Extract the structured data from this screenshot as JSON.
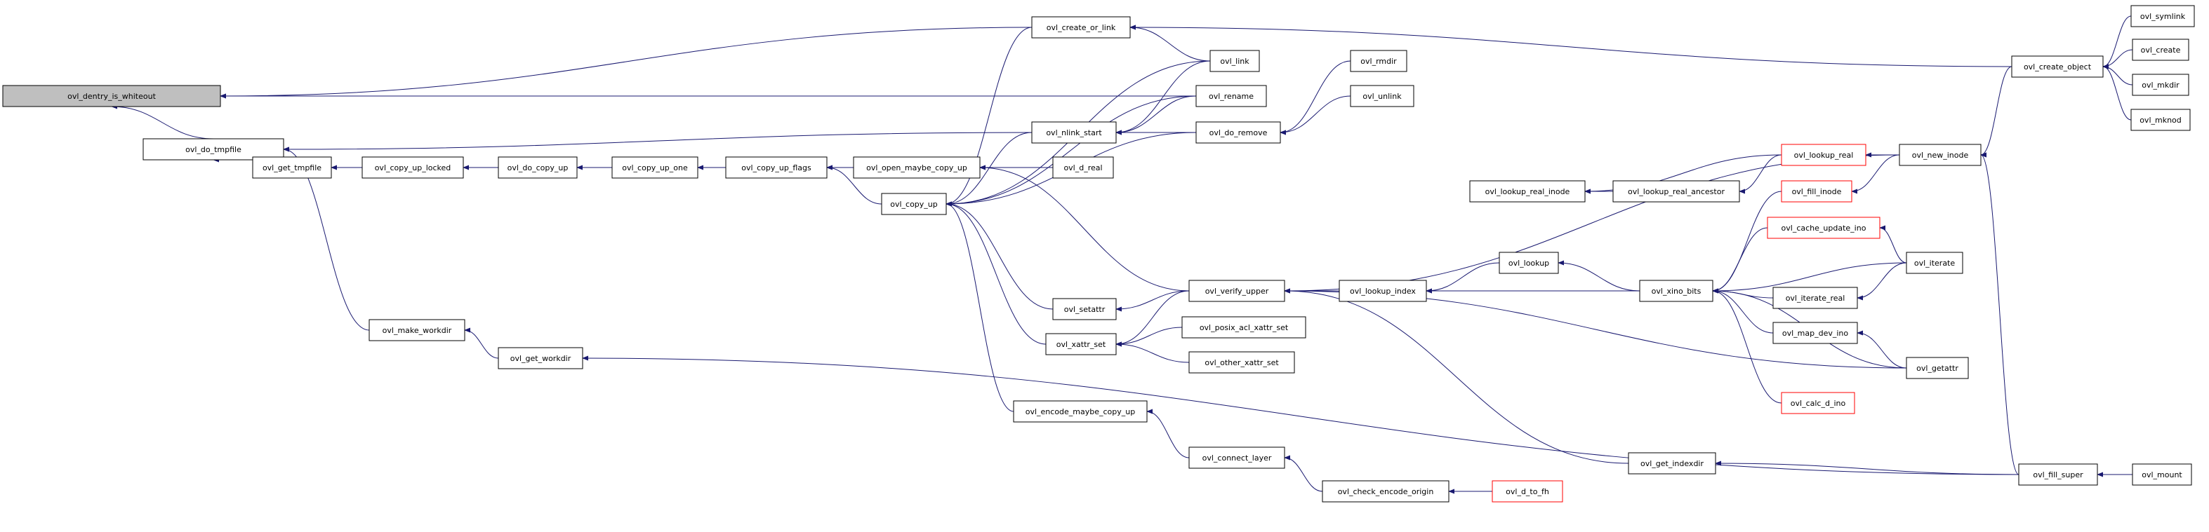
{
  "colors": {
    "edge": "#191970",
    "node_border": "#000000",
    "node_border_truncated": "#ff0000",
    "focus_fill": "#bfbfbf",
    "node_fill": "#ffffff",
    "text": "#000000"
  },
  "nodes": [
    {
      "id": "ovl_dentry_is_whiteout",
      "label": "ovl_dentry_is_whiteout",
      "focus": true
    },
    {
      "id": "ovl_do_tmpfile",
      "label": "ovl_do_tmpfile"
    },
    {
      "id": "ovl_get_tmpfile",
      "label": "ovl_get_tmpfile"
    },
    {
      "id": "ovl_copy_up_locked",
      "label": "ovl_copy_up_locked"
    },
    {
      "id": "ovl_do_copy_up",
      "label": "ovl_do_copy_up"
    },
    {
      "id": "ovl_copy_up_one",
      "label": "ovl_copy_up_one"
    },
    {
      "id": "ovl_copy_up_flags",
      "label": "ovl_copy_up_flags"
    },
    {
      "id": "ovl_open_maybe_copy_up",
      "label": "ovl_open_maybe_copy_up"
    },
    {
      "id": "ovl_copy_up",
      "label": "ovl_copy_up"
    },
    {
      "id": "ovl_create_or_link",
      "label": "ovl_create_or_link"
    },
    {
      "id": "ovl_link",
      "label": "ovl_link"
    },
    {
      "id": "ovl_rename",
      "label": "ovl_rename"
    },
    {
      "id": "ovl_nlink_start",
      "label": "ovl_nlink_start"
    },
    {
      "id": "ovl_d_real",
      "label": "ovl_d_real"
    },
    {
      "id": "ovl_do_remove",
      "label": "ovl_do_remove"
    },
    {
      "id": "ovl_rmdir",
      "label": "ovl_rmdir"
    },
    {
      "id": "ovl_unlink",
      "label": "ovl_unlink"
    },
    {
      "id": "ovl_setattr",
      "label": "ovl_setattr"
    },
    {
      "id": "ovl_xattr_set",
      "label": "ovl_xattr_set"
    },
    {
      "id": "ovl_verify_upper",
      "label": "ovl_verify_upper"
    },
    {
      "id": "ovl_posix_acl_xattr_set",
      "label": "ovl_posix_acl_xattr_set"
    },
    {
      "id": "ovl_other_xattr_set",
      "label": "ovl_other_xattr_set"
    },
    {
      "id": "ovl_encode_maybe_copy_up",
      "label": "ovl_encode_maybe_copy_up"
    },
    {
      "id": "ovl_connect_layer",
      "label": "ovl_connect_layer"
    },
    {
      "id": "ovl_check_encode_origin",
      "label": "ovl_check_encode_origin"
    },
    {
      "id": "ovl_d_to_fh",
      "label": "ovl_d_to_fh",
      "truncated": true
    },
    {
      "id": "ovl_make_workdir",
      "label": "ovl_make_workdir"
    },
    {
      "id": "ovl_get_workdir",
      "label": "ovl_get_workdir"
    },
    {
      "id": "ovl_lookup_index",
      "label": "ovl_lookup_index"
    },
    {
      "id": "ovl_lookup",
      "label": "ovl_lookup"
    },
    {
      "id": "ovl_lookup_real_inode",
      "label": "ovl_lookup_real_inode"
    },
    {
      "id": "ovl_lookup_real_ancestor",
      "label": "ovl_lookup_real_ancestor"
    },
    {
      "id": "ovl_lookup_real",
      "label": "ovl_lookup_real",
      "truncated": true
    },
    {
      "id": "ovl_get_indexdir",
      "label": "ovl_get_indexdir"
    },
    {
      "id": "ovl_xino_bits",
      "label": "ovl_xino_bits"
    },
    {
      "id": "ovl_fill_inode",
      "label": "ovl_fill_inode",
      "truncated": true
    },
    {
      "id": "ovl_cache_update_ino",
      "label": "ovl_cache_update_ino",
      "truncated": true
    },
    {
      "id": "ovl_iterate_real",
      "label": "ovl_iterate_real"
    },
    {
      "id": "ovl_map_dev_ino",
      "label": "ovl_map_dev_ino"
    },
    {
      "id": "ovl_calc_d_ino",
      "label": "ovl_calc_d_ino",
      "truncated": true
    },
    {
      "id": "ovl_new_inode",
      "label": "ovl_new_inode"
    },
    {
      "id": "ovl_create_object",
      "label": "ovl_create_object"
    },
    {
      "id": "ovl_iterate",
      "label": "ovl_iterate"
    },
    {
      "id": "ovl_getattr",
      "label": "ovl_getattr"
    },
    {
      "id": "ovl_fill_super",
      "label": "ovl_fill_super"
    },
    {
      "id": "ovl_symlink",
      "label": "ovl_symlink"
    },
    {
      "id": "ovl_create",
      "label": "ovl_create"
    },
    {
      "id": "ovl_mkdir",
      "label": "ovl_mkdir"
    },
    {
      "id": "ovl_mknod",
      "label": "ovl_mknod"
    },
    {
      "id": "ovl_mount",
      "label": "ovl_mount"
    }
  ],
  "edges": [
    {
      "from": "ovl_do_tmpfile",
      "to": "ovl_dentry_is_whiteout"
    },
    {
      "from": "ovl_create_or_link",
      "to": "ovl_dentry_is_whiteout"
    },
    {
      "from": "ovl_rename",
      "to": "ovl_dentry_is_whiteout"
    },
    {
      "from": "ovl_get_tmpfile",
      "to": "ovl_do_tmpfile"
    },
    {
      "from": "ovl_nlink_start",
      "to": "ovl_do_tmpfile"
    },
    {
      "from": "ovl_make_workdir",
      "to": "ovl_do_tmpfile"
    },
    {
      "from": "ovl_copy_up_locked",
      "to": "ovl_get_tmpfile"
    },
    {
      "from": "ovl_do_copy_up",
      "to": "ovl_copy_up_locked"
    },
    {
      "from": "ovl_copy_up_one",
      "to": "ovl_do_copy_up"
    },
    {
      "from": "ovl_copy_up_flags",
      "to": "ovl_copy_up_one"
    },
    {
      "from": "ovl_open_maybe_copy_up",
      "to": "ovl_copy_up_flags"
    },
    {
      "from": "ovl_copy_up",
      "to": "ovl_copy_up_flags"
    },
    {
      "from": "ovl_d_real",
      "to": "ovl_open_maybe_copy_up"
    },
    {
      "from": "ovl_create_or_link",
      "to": "ovl_copy_up"
    },
    {
      "from": "ovl_link",
      "to": "ovl_copy_up"
    },
    {
      "from": "ovl_rename",
      "to": "ovl_copy_up"
    },
    {
      "from": "ovl_nlink_start",
      "to": "ovl_copy_up"
    },
    {
      "from": "ovl_do_remove",
      "to": "ovl_copy_up"
    },
    {
      "from": "ovl_setattr",
      "to": "ovl_copy_up"
    },
    {
      "from": "ovl_xattr_set",
      "to": "ovl_copy_up"
    },
    {
      "from": "ovl_encode_maybe_copy_up",
      "to": "ovl_copy_up"
    },
    {
      "from": "ovl_verify_upper",
      "to": "ovl_open_maybe_copy_up"
    },
    {
      "from": "ovl_link",
      "to": "ovl_create_or_link"
    },
    {
      "from": "ovl_create_object",
      "to": "ovl_create_or_link"
    },
    {
      "from": "ovl_link",
      "to": "ovl_nlink_start"
    },
    {
      "from": "ovl_rename",
      "to": "ovl_nlink_start"
    },
    {
      "from": "ovl_do_remove",
      "to": "ovl_nlink_start"
    },
    {
      "from": "ovl_rmdir",
      "to": "ovl_do_remove"
    },
    {
      "from": "ovl_unlink",
      "to": "ovl_do_remove"
    },
    {
      "from": "ovl_verify_upper",
      "to": "ovl_setattr"
    },
    {
      "from": "ovl_verify_upper",
      "to": "ovl_xattr_set"
    },
    {
      "from": "ovl_posix_acl_xattr_set",
      "to": "ovl_xattr_set"
    },
    {
      "from": "ovl_other_xattr_set",
      "to": "ovl_xattr_set"
    },
    {
      "from": "ovl_lookup_index",
      "to": "ovl_verify_upper"
    },
    {
      "from": "ovl_connect_layer",
      "to": "ovl_encode_maybe_copy_up"
    },
    {
      "from": "ovl_check_encode_origin",
      "to": "ovl_connect_layer"
    },
    {
      "from": "ovl_d_to_fh",
      "to": "ovl_check_encode_origin"
    },
    {
      "from": "ovl_get_workdir",
      "to": "ovl_make_workdir"
    },
    {
      "from": "ovl_fill_super",
      "to": "ovl_get_workdir"
    },
    {
      "from": "ovl_lookup",
      "to": "ovl_lookup_index"
    },
    {
      "from": "ovl_xino_bits",
      "to": "ovl_lookup_index"
    },
    {
      "from": "ovl_lookup_real_ancestor",
      "to": "ovl_lookup_real_inode"
    },
    {
      "from": "ovl_lookup_real",
      "to": "ovl_lookup_real_inode"
    },
    {
      "from": "ovl_lookup_real",
      "to": "ovl_lookup_real_ancestor"
    },
    {
      "from": "ovl_xino_bits",
      "to": "ovl_lookup"
    },
    {
      "from": "ovl_fill_inode",
      "to": "ovl_xino_bits"
    },
    {
      "from": "ovl_cache_update_ino",
      "to": "ovl_xino_bits"
    },
    {
      "from": "ovl_iterate",
      "to": "ovl_xino_bits"
    },
    {
      "from": "ovl_iterate_real",
      "to": "ovl_xino_bits"
    },
    {
      "from": "ovl_map_dev_ino",
      "to": "ovl_xino_bits"
    },
    {
      "from": "ovl_getattr",
      "to": "ovl_xino_bits"
    },
    {
      "from": "ovl_calc_d_ino",
      "to": "ovl_xino_bits"
    },
    {
      "from": "ovl_new_inode",
      "to": "ovl_verify_upper"
    },
    {
      "from": "ovl_new_inode",
      "to": "ovl_fill_inode"
    },
    {
      "from": "ovl_new_inode",
      "to": "ovl_lookup_real"
    },
    {
      "from": "ovl_create_object",
      "to": "ovl_new_inode"
    },
    {
      "from": "ovl_fill_super",
      "to": "ovl_new_inode"
    },
    {
      "from": "ovl_iterate",
      "to": "ovl_cache_update_ino"
    },
    {
      "from": "ovl_iterate",
      "to": "ovl_iterate_real"
    },
    {
      "from": "ovl_getattr",
      "to": "ovl_map_dev_ino"
    },
    {
      "from": "ovl_getattr",
      "to": "ovl_verify_upper"
    },
    {
      "from": "ovl_get_indexdir",
      "to": "ovl_verify_upper"
    },
    {
      "from": "ovl_fill_super",
      "to": "ovl_get_indexdir"
    },
    {
      "from": "ovl_symlink",
      "to": "ovl_create_object"
    },
    {
      "from": "ovl_create",
      "to": "ovl_create_object"
    },
    {
      "from": "ovl_mkdir",
      "to": "ovl_create_object"
    },
    {
      "from": "ovl_mknod",
      "to": "ovl_create_object"
    },
    {
      "from": "ovl_mount",
      "to": "ovl_fill_super"
    }
  ]
}
